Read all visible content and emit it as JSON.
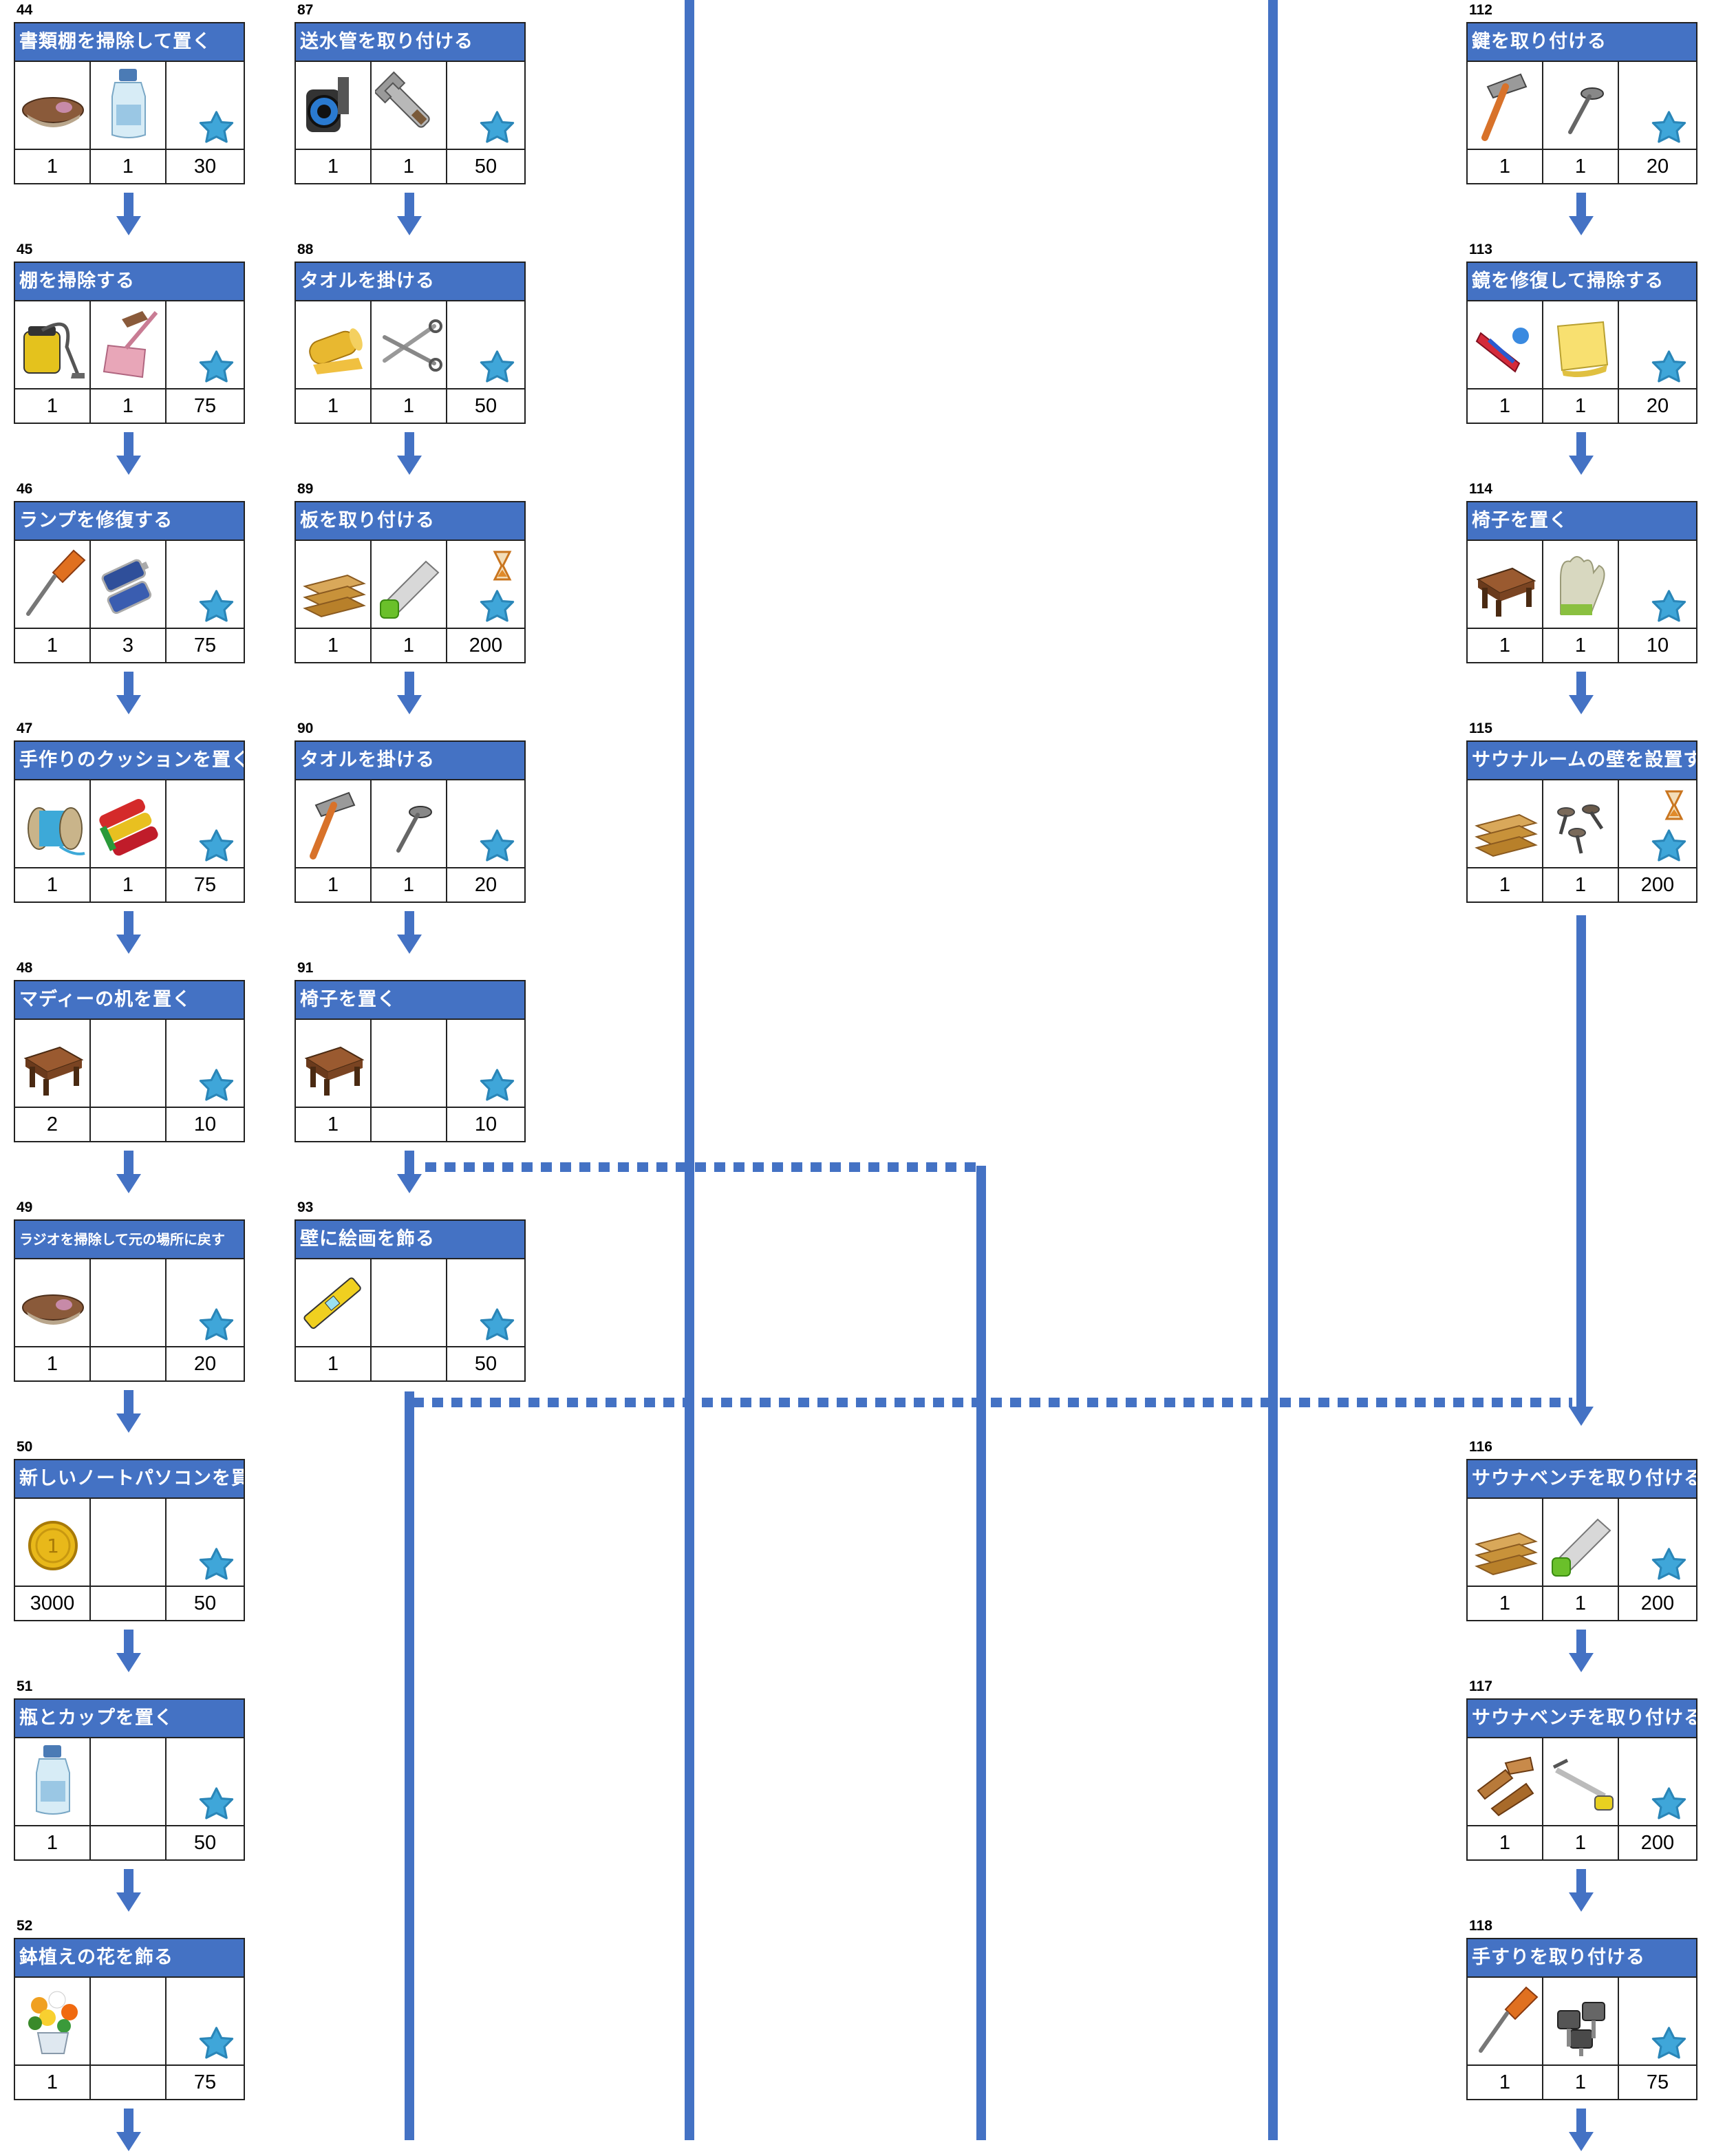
{
  "colors": {
    "accent": "#4472c4",
    "border": "#222222",
    "star": "#3fa6d9"
  },
  "columns": [
    {
      "tasks": [
        {
          "num": "44",
          "title": "書類棚を掃除して置く",
          "items": [
            {
              "icon": "brush-icon",
              "qty": "1"
            },
            {
              "icon": "bottle-icon",
              "qty": "1"
            },
            {
              "icon": "star-icon",
              "qty": "30"
            }
          ]
        },
        {
          "num": "45",
          "title": "棚を掃除する",
          "items": [
            {
              "icon": "vacuum-icon",
              "qty": "1"
            },
            {
              "icon": "dustpan-icon",
              "qty": "1"
            },
            {
              "icon": "star-icon",
              "qty": "75"
            }
          ]
        },
        {
          "num": "46",
          "title": "ランプを修復する",
          "items": [
            {
              "icon": "screwdriver-icon",
              "qty": "1"
            },
            {
              "icon": "battery-icon",
              "qty": "3"
            },
            {
              "icon": "star-icon",
              "qty": "75"
            }
          ]
        },
        {
          "num": "47",
          "title": "手作りのクッションを置く",
          "items": [
            {
              "icon": "thread-spool-icon",
              "qty": "1"
            },
            {
              "icon": "fabric-rolls-icon",
              "qty": "1"
            },
            {
              "icon": "star-icon",
              "qty": "75"
            }
          ]
        },
        {
          "num": "48",
          "title": "マディーの机を置く",
          "items": [
            {
              "icon": "table-icon",
              "qty": "2"
            },
            {
              "icon": "",
              "qty": ""
            },
            {
              "icon": "star-icon",
              "qty": "10"
            }
          ]
        },
        {
          "num": "49",
          "title": "ラジオを掃除して元の場所に戻す",
          "small": true,
          "items": [
            {
              "icon": "brush-icon",
              "qty": "1"
            },
            {
              "icon": "",
              "qty": ""
            },
            {
              "icon": "star-icon",
              "qty": "20"
            }
          ]
        },
        {
          "num": "50",
          "title": "新しいノートパソコンを買う",
          "items": [
            {
              "icon": "coin-icon",
              "qty": "3000"
            },
            {
              "icon": "",
              "qty": ""
            },
            {
              "icon": "star-icon",
              "qty": "50"
            }
          ]
        },
        {
          "num": "51",
          "title": "瓶とカップを置く",
          "items": [
            {
              "icon": "bottle-icon",
              "qty": "1"
            },
            {
              "icon": "",
              "qty": ""
            },
            {
              "icon": "star-icon",
              "qty": "50"
            }
          ]
        },
        {
          "num": "52",
          "title": "鉢植えの花を飾る",
          "items": [
            {
              "icon": "flower-pot-icon",
              "qty": "1"
            },
            {
              "icon": "",
              "qty": ""
            },
            {
              "icon": "star-icon",
              "qty": "75"
            }
          ]
        }
      ]
    },
    {
      "tasks": [
        {
          "num": "87",
          "title": "送水管を取り付ける",
          "items": [
            {
              "icon": "pipe-clamp-icon",
              "qty": "1"
            },
            {
              "icon": "wrench-icon",
              "qty": "1"
            },
            {
              "icon": "star-icon",
              "qty": "50"
            }
          ]
        },
        {
          "num": "88",
          "title": "タオルを掛ける",
          "items": [
            {
              "icon": "towel-roll-icon",
              "qty": "1"
            },
            {
              "icon": "scissors-icon",
              "qty": "1"
            },
            {
              "icon": "star-icon",
              "qty": "50"
            }
          ]
        },
        {
          "num": "89",
          "title": "板を取り付ける",
          "items": [
            {
              "icon": "planks-icon",
              "qty": "1"
            },
            {
              "icon": "saw-icon",
              "qty": "1"
            },
            {
              "icon": "hourglass-star-icon",
              "qty": "200"
            }
          ]
        },
        {
          "num": "90",
          "title": "タオルを掛ける",
          "items": [
            {
              "icon": "hammer-icon",
              "qty": "1"
            },
            {
              "icon": "nail-icon",
              "qty": "1"
            },
            {
              "icon": "star-icon",
              "qty": "20"
            }
          ]
        },
        {
          "num": "91",
          "title": "椅子を置く",
          "items": [
            {
              "icon": "table-icon",
              "qty": "1"
            },
            {
              "icon": "",
              "qty": ""
            },
            {
              "icon": "star-icon",
              "qty": "10"
            }
          ]
        },
        {
          "num": "93",
          "title": "壁に絵画を飾る",
          "items": [
            {
              "icon": "level-icon",
              "qty": "1"
            },
            {
              "icon": "",
              "qty": ""
            },
            {
              "icon": "star-icon",
              "qty": "50"
            }
          ]
        }
      ]
    },
    {
      "tasks": [
        {
          "num": "112",
          "title": "鍵を取り付ける",
          "items": [
            {
              "icon": "hammer-icon",
              "qty": "1"
            },
            {
              "icon": "nail-icon",
              "qty": "1"
            },
            {
              "icon": "star-icon",
              "qty": "20"
            }
          ]
        },
        {
          "num": "113",
          "title": "鏡を修復して掃除する",
          "items": [
            {
              "icon": "squeegee-icon",
              "qty": "1"
            },
            {
              "icon": "sponge-cloth-icon",
              "qty": "1"
            },
            {
              "icon": "star-icon",
              "qty": "20"
            }
          ]
        },
        {
          "num": "114",
          "title": "椅子を置く",
          "items": [
            {
              "icon": "table-icon",
              "qty": "1"
            },
            {
              "icon": "gloves-icon",
              "qty": "1"
            },
            {
              "icon": "star-icon",
              "qty": "10"
            }
          ]
        },
        {
          "num": "115",
          "title": "サウナルームの壁を設置する",
          "items": [
            {
              "icon": "planks-icon",
              "qty": "1"
            },
            {
              "icon": "screws-icon",
              "qty": "1"
            },
            {
              "icon": "hourglass-star-icon",
              "qty": "200"
            }
          ]
        },
        {
          "num": "116",
          "title": "サウナベンチを取り付ける",
          "items": [
            {
              "icon": "planks-icon",
              "qty": "1"
            },
            {
              "icon": "saw-icon",
              "qty": "1"
            },
            {
              "icon": "star-icon",
              "qty": "200"
            }
          ]
        },
        {
          "num": "117",
          "title": "サウナベンチを取り付ける",
          "items": [
            {
              "icon": "wood-scraps-icon",
              "qty": "1"
            },
            {
              "icon": "hacksaw-icon",
              "qty": "1"
            },
            {
              "icon": "star-icon",
              "qty": "200"
            }
          ]
        },
        {
          "num": "118",
          "title": "手すりを取り付ける",
          "items": [
            {
              "icon": "screwdriver-icon",
              "qty": "1"
            },
            {
              "icon": "bolts-icon",
              "qty": "1"
            },
            {
              "icon": "star-icon",
              "qty": "75"
            }
          ]
        }
      ]
    }
  ]
}
